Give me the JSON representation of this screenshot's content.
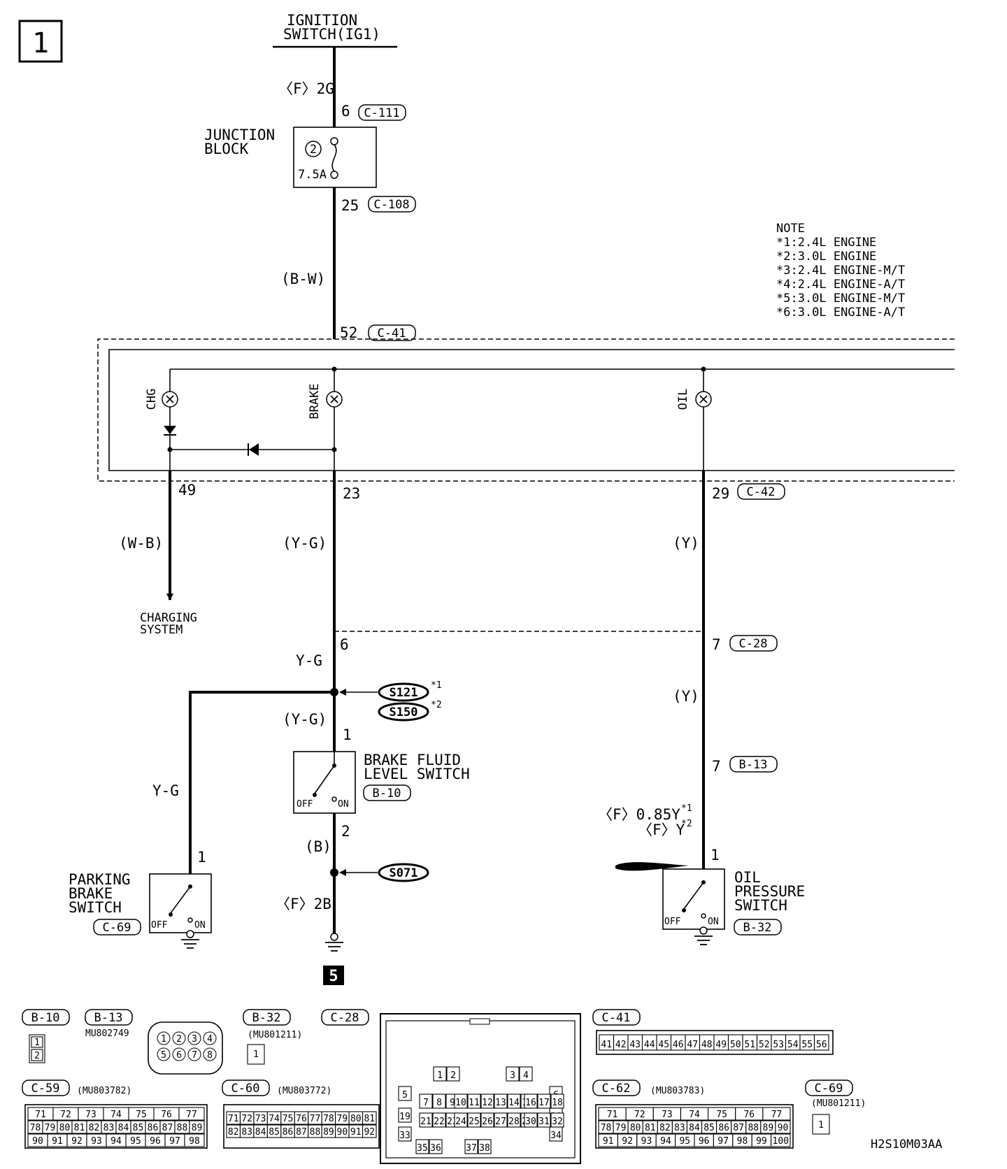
{
  "page_marker": "1",
  "page_ref_marker": "5",
  "diagram_code": "H2S10M03AA",
  "power_source": {
    "line1": "IGNITION",
    "line2": "SWITCH(IG1)"
  },
  "wire_labels": {
    "top_feed": "〈F〉2G",
    "bw": "(B-W)",
    "wb": "(W-B)",
    "yg_a": "(Y-G)",
    "y_a": "(Y)",
    "yg_b": "Y-G",
    "y_b": "(Y)",
    "yg_c": "(Y-G)",
    "yg_d": "Y-G",
    "b": "(B)",
    "f2b": "〈F〉2B",
    "oil_wire_1": "〈F〉0.85Y",
    "oil_wire_1_note": "*1",
    "oil_wire_2": "〈F〉Y",
    "oil_wire_2_note": "*2"
  },
  "connectors": {
    "c111": "C-111",
    "c108": "C-108",
    "c41": "C-41",
    "c42": "C-42",
    "c28": "C-28",
    "b13": "B-13",
    "b10": "B-10",
    "c69": "C-69",
    "b32": "B-32"
  },
  "pins": {
    "p6": "6",
    "p25": "25",
    "p52": "52",
    "p49": "49",
    "p23": "23",
    "p29": "29",
    "p6b": "6",
    "p7a": "7",
    "p7b": "7",
    "p1a": "1",
    "p2": "2",
    "p1b": "1",
    "p1c": "1"
  },
  "junction_block": {
    "line1": "JUNCTION",
    "line2": "BLOCK",
    "fuse_no": "2",
    "rating": "7.5A"
  },
  "indicators": {
    "chg": "CHG",
    "brake": "BRAKE",
    "oil": "OIL"
  },
  "splices": {
    "s121": "S121",
    "s121_note": "*1",
    "s150": "S150",
    "s150_note": "*2",
    "s071": "S071"
  },
  "charging": {
    "line1": "CHARGING",
    "line2": "SYSTEM"
  },
  "switches": {
    "brake_fluid": {
      "line1": "BRAKE FLUID",
      "line2": "LEVEL SWITCH",
      "off": "OFF",
      "on": "ON"
    },
    "parking": {
      "line1": "PARKING",
      "line2": "BRAKE",
      "line3": "SWITCH",
      "off": "OFF",
      "on": "ON"
    },
    "oil": {
      "line1": "OIL",
      "line2": "PRESSURE",
      "line3": "SWITCH",
      "off": "OFF",
      "on": "ON"
    }
  },
  "note": {
    "title": "NOTE",
    "lines": [
      "*1:2.4L ENGINE",
      "*2:3.0L ENGINE",
      "*3:2.4L ENGINE-M/T",
      "*4:2.4L ENGINE-A/T",
      "*5:3.0L ENGINE-M/T",
      "*6:3.0L ENGINE-A/T"
    ]
  },
  "connector_legend": {
    "b10": {
      "label": "B-10",
      "pins": [
        "1",
        "2"
      ]
    },
    "b13": {
      "label": "B-13",
      "part": "MU802749",
      "pins": [
        "1",
        "2",
        "3",
        "4",
        "5",
        "6",
        "7",
        "8"
      ]
    },
    "b32": {
      "label": "B-32",
      "part": "(MU801211)",
      "pins": [
        "1"
      ]
    },
    "c28": {
      "label": "C-28",
      "pins": [
        "1",
        "2",
        "3",
        "4",
        "5",
        "6",
        "7",
        "8",
        "9",
        "10",
        "11",
        "12",
        "13",
        "14",
        "15",
        "16",
        "17",
        "18",
        "19",
        "20",
        "21",
        "22",
        "23",
        "24",
        "25",
        "26",
        "27",
        "28",
        "29",
        "30",
        "31",
        "32",
        "33",
        "34",
        "35",
        "36",
        "37",
        "38"
      ]
    },
    "c41": {
      "label": "C-41",
      "pins": [
        "41",
        "42",
        "43",
        "44",
        "45",
        "46",
        "47",
        "48",
        "49",
        "50",
        "51",
        "52",
        "53",
        "54",
        "55",
        "56"
      ]
    },
    "c59": {
      "label": "C-59",
      "part": "(MU803782)",
      "rows": [
        [
          "71",
          "72",
          "73",
          "74",
          "75",
          "76",
          "77"
        ],
        [
          "78",
          "79",
          "80",
          "81",
          "82",
          "83",
          "84",
          "85",
          "86",
          "87",
          "88",
          "89"
        ],
        [
          "90",
          "91",
          "92",
          "93",
          "94",
          "95",
          "96",
          "97",
          "98"
        ]
      ]
    },
    "c60": {
      "label": "C-60",
      "part": "(MU803772)",
      "rows": [
        [
          "71",
          "72",
          "73",
          "74",
          "75",
          "76",
          "77",
          "78",
          "79",
          "80",
          "81"
        ],
        [
          "82",
          "83",
          "84",
          "85",
          "86",
          "87",
          "88",
          "89",
          "90",
          "91",
          "92"
        ]
      ]
    },
    "c62": {
      "label": "C-62",
      "part": "(MU803783)",
      "rows": [
        [
          "71",
          "72",
          "73",
          "74",
          "75",
          "76",
          "77"
        ],
        [
          "78",
          "79",
          "80",
          "81",
          "82",
          "83",
          "84",
          "85",
          "86",
          "87",
          "88",
          "89",
          "90"
        ],
        [
          "91",
          "92",
          "93",
          "94",
          "95",
          "96",
          "97",
          "98",
          "99",
          "100"
        ]
      ]
    },
    "c69": {
      "label": "C-69",
      "part": "(MU801211)",
      "pins": [
        "1"
      ]
    }
  }
}
